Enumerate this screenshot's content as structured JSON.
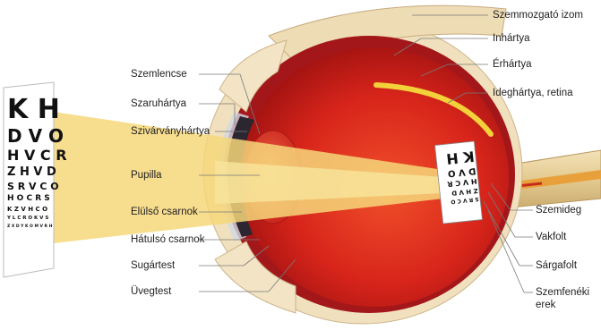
{
  "eye_chart": {
    "rows": [
      "K H",
      "D V O",
      "H V C R",
      "Z H V D",
      "S R V C O",
      "H O C R S",
      "K Z V H C O",
      "Y L C R O K V S",
      "Z X D Y K O M V R H"
    ]
  },
  "labels": {
    "left": [
      "Szemlencse",
      "Szaruhártya",
      "Szivárványhártya",
      "Pupilla",
      "Elülső csarnok",
      "Hátulsó csarnok",
      "Sugártest",
      "Üvegtest"
    ],
    "right": [
      "Szemmozgató izom",
      "Inhártya",
      "Érhártya",
      "Ideghártya, retina",
      "Szemideg",
      "Vakfolt",
      "Sárgafolt",
      "Szemfenéki erek"
    ]
  },
  "retina_image": {
    "rows": [
      "K H",
      "D V O",
      "H V C R",
      "Z H V D",
      "S R V C O"
    ]
  },
  "colors": {
    "light_cone": "#f6d77a",
    "eyeball": "#d6201a",
    "sclera": "#f2e3c6",
    "iris": "#2b2630",
    "optic_nerve": "#f0c867"
  }
}
